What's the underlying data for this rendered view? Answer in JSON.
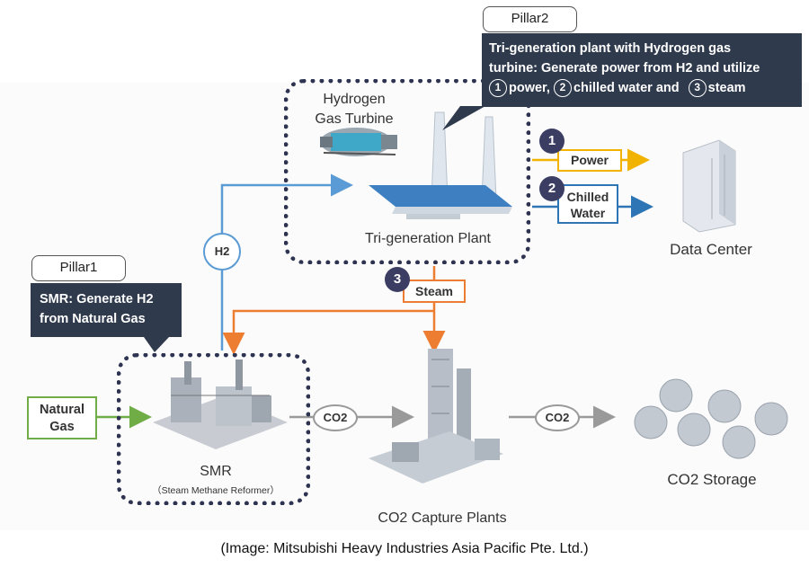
{
  "pillar1": {
    "tab": "Pillar1",
    "callout": "SMR: Generate H2 from Natural Gas",
    "callout_line1": "SMR: Generate H2",
    "callout_line2": "from Natural Gas"
  },
  "pillar2": {
    "tab": "Pillar2",
    "callout_line1": "Tri-generation plant with Hydrogen gas",
    "callout_line2": "turbine:  Generate power from H2 and utilize",
    "num1": "1",
    "item1": "power,",
    "num2": "2",
    "item2": "chilled water and",
    "num3": "3",
    "item3": "steam"
  },
  "nodes": {
    "hydrogen_turbine_line1": "Hydrogen",
    "hydrogen_turbine_line2": "Gas Turbine",
    "trigen_plant": "Tri-generation Plant",
    "data_center": "Data Center",
    "smr": "SMR",
    "smr_full": "（Steam Methane Reformer）",
    "co2_capture": "CO2 Capture Plants",
    "co2_storage": "CO2 Storage"
  },
  "flows": {
    "h2": "H2",
    "power": "Power",
    "chilled_water_line1": "Chilled",
    "chilled_water_line2": "Water",
    "steam": "Steam",
    "natural_gas_line1": "Natural",
    "natural_gas_line2": "Gas",
    "co2_a": "CO2",
    "co2_b": "CO2",
    "badge1": "1",
    "badge2": "2",
    "badge3": "3"
  },
  "colors": {
    "h2_line": "#5b9bd5",
    "power": "#f2b200",
    "chilled_water": "#2e75b6",
    "steam": "#ed7d31",
    "natural_gas": "#70ad47",
    "co2": "#a6a6a6",
    "dotted_border": "#2d3350",
    "callout_bg": "#2f3a4d",
    "badge_bg": "#3b3d63"
  },
  "caption": "(Image: Mitsubishi Heavy Industries Asia Pacific Pte. Ltd.)"
}
